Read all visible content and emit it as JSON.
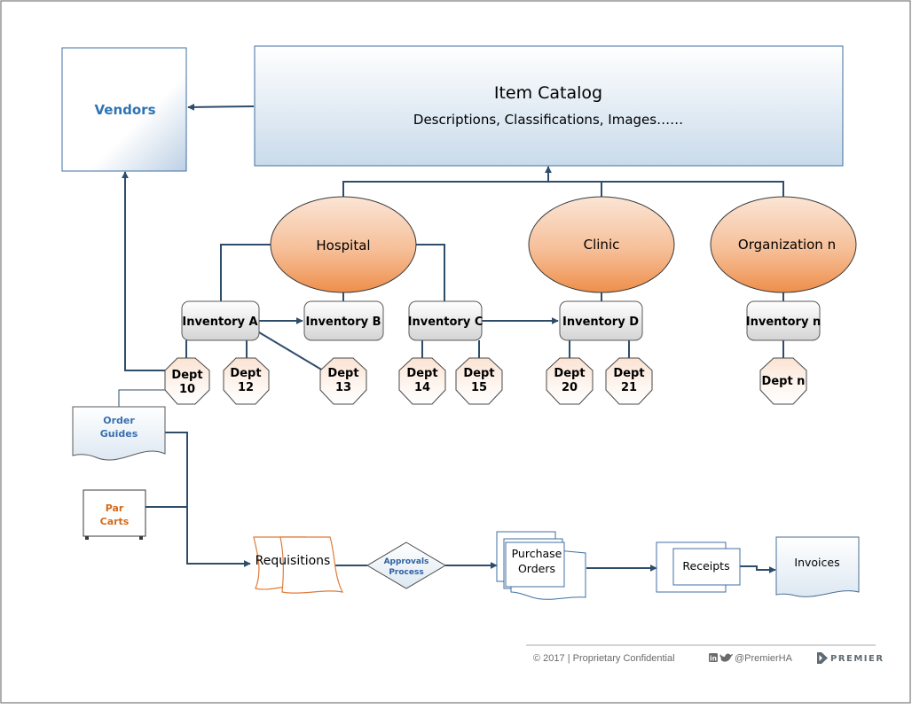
{
  "catalog": {
    "title": "Item Catalog",
    "subtitle": "Descriptions, Classifications, Images……"
  },
  "vendors": {
    "label": "Vendors"
  },
  "facilities": {
    "hospital": "Hospital",
    "clinic": "Clinic",
    "organization": "Organization n"
  },
  "inventories": {
    "a": "Inventory A",
    "b": "Inventory B",
    "c": "Inventory C",
    "d": "Inventory D",
    "n": "Inventory n"
  },
  "depts": {
    "d10": [
      "Dept",
      "10"
    ],
    "d12": [
      "Dept",
      "12"
    ],
    "d13": [
      "Dept",
      "13"
    ],
    "d14": [
      "Dept",
      "14"
    ],
    "d15": [
      "Dept",
      "15"
    ],
    "d20": [
      "Dept",
      "20"
    ],
    "d21": [
      "Dept",
      "21"
    ],
    "dn": "Dept n"
  },
  "order_guides": [
    "Order",
    "Guides"
  ],
  "par_carts": [
    "Par",
    "Carts"
  ],
  "workflow": {
    "requisitions": "Requisitions",
    "approvals": [
      "Approvals",
      "Process"
    ],
    "purchase_orders": [
      "Purchase",
      "Orders"
    ],
    "receipts": "Receipts",
    "invoices": "Invoices"
  },
  "footer": {
    "copyright": "© 2017 | Proprietary Confidential",
    "social": "@PremierHA",
    "brand": "PREMIER",
    "linkedin_glyph": "in"
  },
  "colors": {
    "line": "#2e4d6b",
    "vendor_text": "#2e74b5",
    "orange_text": "#d46a1b",
    "order_text": "#3a6fb0",
    "approval_text": "#2e5fa0"
  }
}
